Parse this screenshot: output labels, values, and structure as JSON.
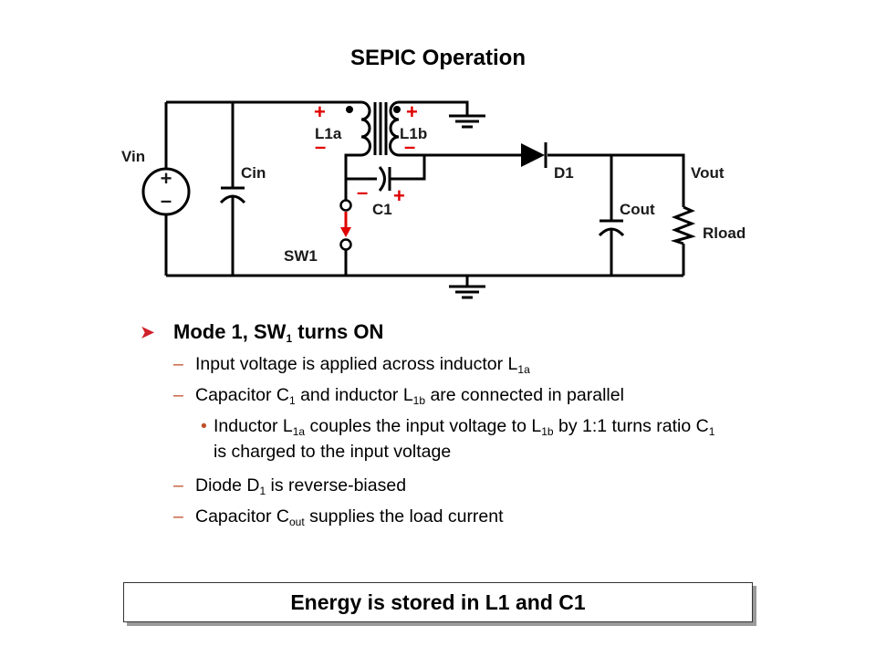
{
  "title": "SEPIC Operation",
  "circuit": {
    "labels": {
      "vin": "Vin",
      "cin": "Cin",
      "l1a": "L1a",
      "l1b": "L1b",
      "c1": "C1",
      "sw1": "SW1",
      "d1": "D1",
      "cout": "Cout",
      "vout": "Vout",
      "rload": "Rload"
    },
    "polarity": {
      "plus": "+",
      "minus": "–"
    },
    "source_polarity": {
      "plus": "+",
      "minus": "–"
    },
    "colors": {
      "polarity": "#e00000",
      "switch_arrow": "#e00000",
      "wire": "#000000"
    }
  },
  "bullets": {
    "heading": {
      "text": "Mode 1, SW",
      "sub": "1",
      "after": " turns ON"
    },
    "items": [
      {
        "level": 2,
        "parts": [
          {
            "t": "Input voltage is applied across inductor L"
          },
          {
            "s": "1a"
          }
        ]
      },
      {
        "level": 2,
        "parts": [
          {
            "t": "Capacitor C"
          },
          {
            "s": "1"
          },
          {
            "t": " and inductor L"
          },
          {
            "s": "1b"
          },
          {
            "t": " are connected in parallel"
          }
        ]
      },
      {
        "level": 3,
        "parts": [
          {
            "t": "Inductor L"
          },
          {
            "s": "1a"
          },
          {
            "t": " couples the input voltage to L"
          },
          {
            "s": "1b"
          },
          {
            "t": " by 1:1 turns ratio C"
          },
          {
            "s": "1"
          },
          {
            "t": " is charged to the input voltage"
          }
        ]
      },
      {
        "level": 2,
        "parts": [
          {
            "t": "Diode D"
          },
          {
            "s": "1"
          },
          {
            "t": " is reverse-biased"
          }
        ]
      },
      {
        "level": 2,
        "parts": [
          {
            "t": "Capacitor C"
          },
          {
            "s": "out"
          },
          {
            "t": " supplies the load current"
          }
        ]
      }
    ],
    "marker_colors": {
      "arrow": "#d0202a",
      "dash": "#c0502a"
    }
  },
  "callout": "Energy is stored in L1 and C1"
}
